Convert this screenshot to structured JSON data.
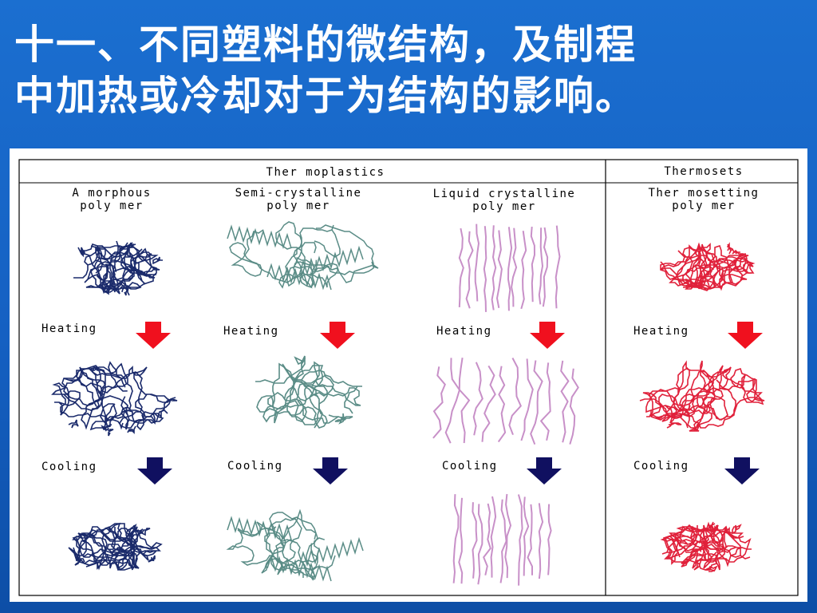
{
  "title": {
    "line1": "十一、不同塑料的微结构，及制程",
    "line2": "中加热或冷却对于为结构的影响。"
  },
  "diagram": {
    "groups": {
      "thermoplastics": "Ther moplastics",
      "thermosets": "Thermosets"
    },
    "columns": [
      {
        "line1": "A morphous",
        "line2": "poly mer",
        "color": "#1a2a6b"
      },
      {
        "line1": "Semi-crystalline",
        "line2": "poly mer",
        "color": "#5a8c86"
      },
      {
        "line1": "Liquid crystalline",
        "line2": "poly mer",
        "color": "#c890c8"
      },
      {
        "line1": "Ther mosetting",
        "line2": "poly mer",
        "color": "#e0203a"
      }
    ],
    "heating_label": "Heating",
    "cooling_label": "Cooling",
    "heating_arrow_color": "#f0101e",
    "cooling_arrow_color": "#101060"
  }
}
